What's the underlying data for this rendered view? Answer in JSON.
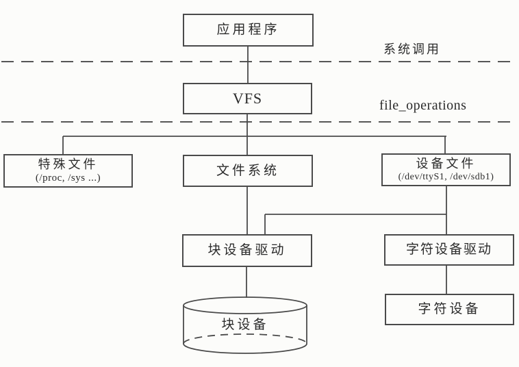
{
  "diagram": {
    "description": "Linux VFS file-system architecture diagram",
    "layer_labels": {
      "system_call": "系统调用",
      "file_operations": "file_operations"
    },
    "nodes": {
      "application": {
        "label": "应用程序"
      },
      "vfs": {
        "label": "VFS"
      },
      "special_files": {
        "label": "特殊文件",
        "sublabel": "(/proc, /sys ...)"
      },
      "file_system": {
        "label": "文件系统"
      },
      "device_files": {
        "label": "设备文件",
        "sublabel": "(/dev/ttyS1, /dev/sdb1)"
      },
      "block_driver": {
        "label": "块设备驱动"
      },
      "char_driver": {
        "label": "字符设备驱动"
      },
      "block_device": {
        "label": "块设备"
      },
      "char_device": {
        "label": "字符设备"
      }
    },
    "colors": {
      "line": "#4a4a4a",
      "text": "#2b2b2b",
      "background": "#fcfcfa"
    }
  }
}
